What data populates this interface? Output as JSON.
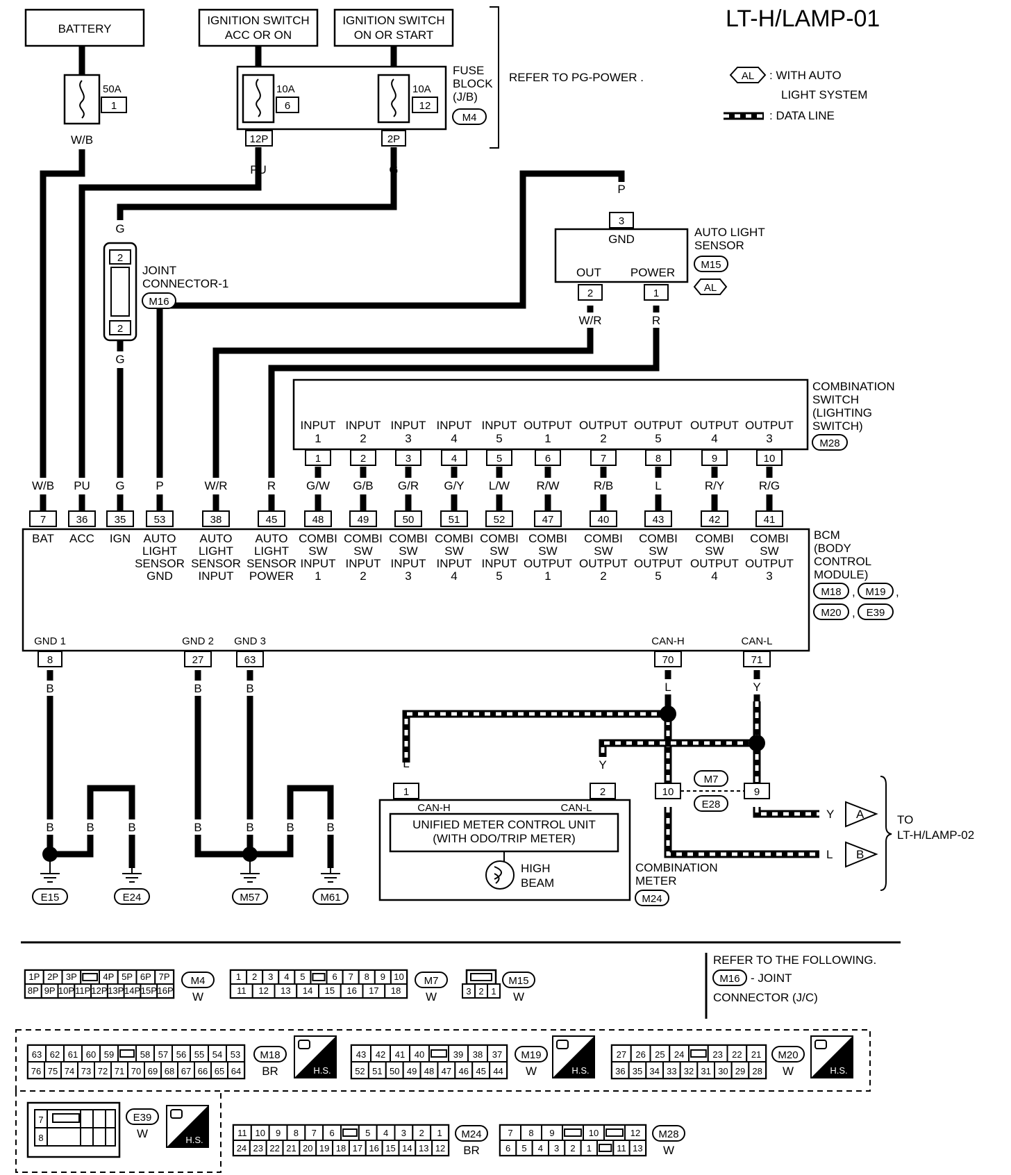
{
  "title": "LT-H/LAMP-01",
  "legend": {
    "al_code": "AL",
    "al_text_1": ": WITH AUTO",
    "al_text_2": "LIGHT SYSTEM",
    "data_line_text": ": DATA LINE"
  },
  "power": {
    "battery": "BATTERY",
    "ign1_l1": "IGNITION SWITCH",
    "ign1_l2": "ACC OR ON",
    "ign2_l1": "IGNITION SWITCH",
    "ign2_l2": "ON OR START",
    "fuse1_amp": "50A",
    "fuse1_no": "1",
    "fuse2_amp": "10A",
    "fuse2_no": "6",
    "fuse3_amp": "10A",
    "fuse3_no": "12",
    "fuseblock_l1": "FUSE",
    "fuseblock_l2": "BLOCK",
    "fuseblock_l3": "(J/B)",
    "fuseblock_conn": "M4",
    "refer": "REFER TO  PG-POWER .",
    "conn_12p": "12P",
    "conn_2p": "2P",
    "wire_wb": "W/B",
    "wire_pu": "PU",
    "wire_g": "G"
  },
  "joint": {
    "label_1": "JOINT",
    "label_2": "CONNECTOR-1",
    "conn": "M16",
    "pin_top": "2",
    "pin_bot": "2",
    "wire_top": "G",
    "wire_bot": "G"
  },
  "sensor": {
    "label_1": "AUTO LIGHT",
    "label_2": "SENSOR",
    "conn": "M15",
    "al": "AL",
    "gnd": "GND",
    "out": "OUT",
    "power": "POWER",
    "pin_gnd": "3",
    "pin_out": "2",
    "pin_power": "1",
    "wire_p": "P",
    "wire_wr": "W/R",
    "wire_r": "R"
  },
  "combi": {
    "label_1": "COMBINATION",
    "label_2": "SWITCH",
    "label_3": "(LIGHTING",
    "label_4": "SWITCH)",
    "conn": "M28",
    "cols": [
      {
        "l1": "INPUT",
        "l2": "1",
        "pin": "1",
        "wire": "G/W"
      },
      {
        "l1": "INPUT",
        "l2": "2",
        "pin": "2",
        "wire": "G/B"
      },
      {
        "l1": "INPUT",
        "l2": "3",
        "pin": "3",
        "wire": "G/R"
      },
      {
        "l1": "INPUT",
        "l2": "4",
        "pin": "4",
        "wire": "G/Y"
      },
      {
        "l1": "INPUT",
        "l2": "5",
        "pin": "5",
        "wire": "L/W"
      },
      {
        "l1": "OUTPUT",
        "l2": "1",
        "pin": "6",
        "wire": "R/W"
      },
      {
        "l1": "OUTPUT",
        "l2": "2",
        "pin": "7",
        "wire": "R/B"
      },
      {
        "l1": "OUTPUT",
        "l2": "5",
        "pin": "8",
        "wire": "L"
      },
      {
        "l1": "OUTPUT",
        "l2": "4",
        "pin": "9",
        "wire": "R/Y"
      },
      {
        "l1": "OUTPUT",
        "l2": "3",
        "pin": "10",
        "wire": "R/G"
      }
    ]
  },
  "bcm": {
    "label_1": "BCM",
    "label_2": "(BODY",
    "label_3": "CONTROL",
    "label_4": "MODULE)",
    "conns": [
      "M18",
      "M19",
      "M20",
      "E39"
    ],
    "top_pins": [
      {
        "pin": "7",
        "wire": "W/B",
        "f": [
          "BAT"
        ]
      },
      {
        "pin": "36",
        "wire": "PU",
        "f": [
          "ACC"
        ]
      },
      {
        "pin": "35",
        "wire": "G",
        "f": [
          "IGN"
        ]
      },
      {
        "pin": "53",
        "wire": "P",
        "f": [
          "AUTO",
          "LIGHT",
          "SENSOR",
          "GND"
        ]
      },
      {
        "pin": "38",
        "wire": "W/R",
        "f": [
          "AUTO",
          "LIGHT",
          "SENSOR",
          "INPUT"
        ]
      },
      {
        "pin": "45",
        "wire": "R",
        "f": [
          "AUTO",
          "LIGHT",
          "SENSOR",
          "POWER"
        ]
      },
      {
        "pin": "48",
        "wire": "",
        "f": [
          "COMBI",
          "SW",
          "INPUT",
          "1"
        ]
      },
      {
        "pin": "49",
        "wire": "",
        "f": [
          "COMBI",
          "SW",
          "INPUT",
          "2"
        ]
      },
      {
        "pin": "50",
        "wire": "",
        "f": [
          "COMBI",
          "SW",
          "INPUT",
          "3"
        ]
      },
      {
        "pin": "51",
        "wire": "",
        "f": [
          "COMBI",
          "SW",
          "INPUT",
          "4"
        ]
      },
      {
        "pin": "52",
        "wire": "",
        "f": [
          "COMBI",
          "SW",
          "INPUT",
          "5"
        ]
      },
      {
        "pin": "47",
        "wire": "",
        "f": [
          "COMBI",
          "SW",
          "OUTPUT",
          "1"
        ]
      },
      {
        "pin": "40",
        "wire": "",
        "f": [
          "COMBI",
          "SW",
          "OUTPUT",
          "2"
        ]
      },
      {
        "pin": "43",
        "wire": "",
        "f": [
          "COMBI",
          "SW",
          "OUTPUT",
          "5"
        ]
      },
      {
        "pin": "42",
        "wire": "",
        "f": [
          "COMBI",
          "SW",
          "OUTPUT",
          "4"
        ]
      },
      {
        "pin": "41",
        "wire": "",
        "f": [
          "COMBI",
          "SW",
          "OUTPUT",
          "3"
        ]
      }
    ],
    "gnd1": "GND 1",
    "gnd2": "GND 2",
    "gnd3": "GND 3",
    "canh": "CAN-H",
    "canl": "CAN-L",
    "pin_gnd1": "8",
    "pin_gnd2": "27",
    "pin_gnd3": "63",
    "pin_canh": "70",
    "pin_canl": "71",
    "wire_b": "B",
    "wire_l": "L",
    "wire_y": "Y"
  },
  "grounds": {
    "g1": "E15",
    "g2": "E24",
    "g3": "M57",
    "g4": "M61"
  },
  "meter": {
    "pin1": "1",
    "pin2": "2",
    "canh": "CAN-H",
    "canl": "CAN-L",
    "unit_1": "UNIFIED METER CONTROL UNIT",
    "unit_2": "(WITH ODO/TRIP METER)",
    "hb_1": "HIGH",
    "hb_2": "BEAM",
    "label_1": "COMBINATION",
    "label_2": "METER",
    "conn": "M24",
    "wire_l": "L",
    "wire_y": "Y"
  },
  "inline": {
    "pin_a": "10",
    "pin_b": "9",
    "conn_a": "M7",
    "conn_b": "E28"
  },
  "to": {
    "a": "A",
    "b": "B",
    "wire_y": "Y",
    "wire_l": "L",
    "label_1": "TO",
    "label_2": "LT-H/LAMP-02"
  },
  "connectors": {
    "m4_top": [
      "1P",
      "2P",
      "3P",
      "",
      "4P",
      "5P",
      "6P",
      "7P"
    ],
    "m4_bot": [
      "8P",
      "9P",
      "10P",
      "11P",
      "12P",
      "13P",
      "14P",
      "15P",
      "16P"
    ],
    "m4": "M4",
    "m4_color": "W",
    "m7_top": [
      "1",
      "2",
      "3",
      "4",
      "5",
      "",
      "6",
      "7",
      "8",
      "9",
      "10"
    ],
    "m7_bot": [
      "11",
      "12",
      "13",
      "14",
      "15",
      "16",
      "17",
      "18"
    ],
    "m7": "M7",
    "m7_color": "W",
    "m15_bot": [
      "3",
      "2",
      "1"
    ],
    "m15": "M15",
    "m15_color": "W",
    "refer_1": "REFER TO THE FOLLOWING.",
    "refer_conn": "M16",
    "refer_2": "- JOINT",
    "refer_3": "CONNECTOR (J/C)",
    "m18_top": [
      "63",
      "62",
      "61",
      "60",
      "59",
      "",
      "58",
      "57",
      "56",
      "55",
      "54",
      "53"
    ],
    "m18_bot": [
      "76",
      "75",
      "74",
      "73",
      "72",
      "71",
      "70",
      "69",
      "68",
      "67",
      "66",
      "65",
      "64"
    ],
    "m18": "M18",
    "m18_color": "BR",
    "m19_top": [
      "43",
      "42",
      "41",
      "40",
      "",
      "39",
      "38",
      "37"
    ],
    "m19_bot": [
      "52",
      "51",
      "50",
      "49",
      "48",
      "47",
      "46",
      "45",
      "44"
    ],
    "m19": "M19",
    "m19_color": "W",
    "m20_top": [
      "27",
      "26",
      "25",
      "24",
      "",
      "23",
      "22",
      "21"
    ],
    "m20_bot": [
      "36",
      "35",
      "34",
      "33",
      "32",
      "31",
      "30",
      "29",
      "28"
    ],
    "m20": "M20",
    "m20_color": "W",
    "e39_a": "7",
    "e39_b": "8",
    "e39": "E39",
    "e39_color": "W",
    "m24_top": [
      "11",
      "10",
      "9",
      "8",
      "7",
      "6",
      "",
      "5",
      "4",
      "3",
      "2",
      "1"
    ],
    "m24_bot": [
      "24",
      "23",
      "22",
      "21",
      "20",
      "19",
      "18",
      "17",
      "16",
      "15",
      "14",
      "13",
      "12"
    ],
    "m24": "M24",
    "m24_color": "BR",
    "m28_top": [
      "7",
      "8",
      "9",
      "",
      "10",
      "",
      "12"
    ],
    "m28_bot": [
      "6",
      "5",
      "4",
      "3",
      "2",
      "1",
      "",
      "11",
      "13"
    ],
    "m28": "M28",
    "m28_color": "W",
    "hs": "H.S."
  }
}
